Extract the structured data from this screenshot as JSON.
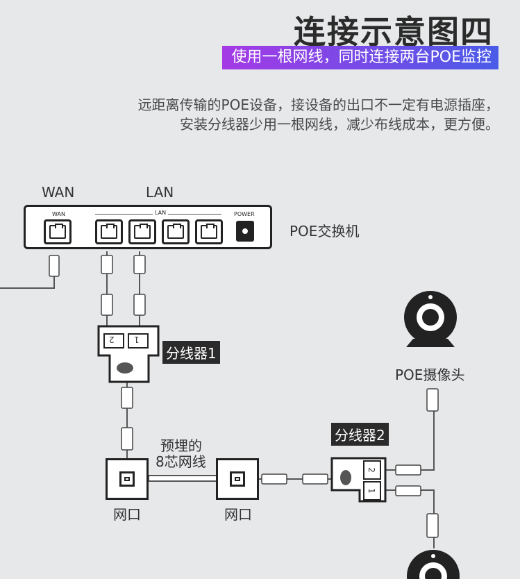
{
  "header": {
    "title": "连接示意图四",
    "banner": "使用一根网线，同时连接两台POE监控",
    "desc_line1": "远距离传输的POE设备，接设备的出口不一定有电源插座，",
    "desc_line2": "安装分线器少用一根网线，减少布线成本，更方便。"
  },
  "switch": {
    "wan_label": "WAN",
    "lan_label": "LAN",
    "wan_small": "WAN",
    "lan_small": "LAN",
    "power_small": "POWER",
    "name": "POE交换机"
  },
  "splitter1": {
    "name": "分线器1",
    "port1": "1",
    "port2": "2"
  },
  "splitter2": {
    "name": "分线器2",
    "port1": "1",
    "port2": "2"
  },
  "camera": {
    "name": "POE摄像头"
  },
  "wall": {
    "port_label": "网口",
    "cable_line1": "预埋的",
    "cable_line2": "8芯网线"
  },
  "colors": {
    "background": "#e6e8ea",
    "banner_start": "#a43ae6",
    "banner_end": "#4a5be8",
    "ink": "#222222"
  }
}
